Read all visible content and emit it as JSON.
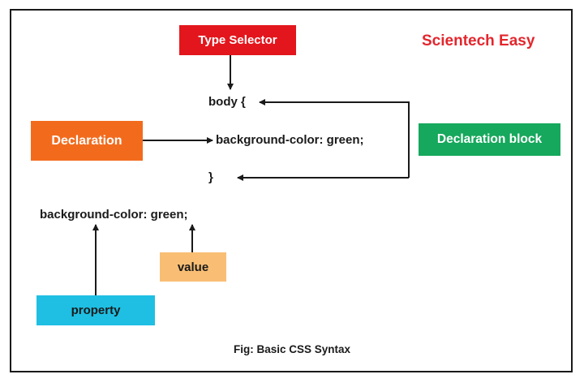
{
  "diagram": {
    "labels": {
      "type_selector": "Type Selector",
      "brand": "Scientech Easy",
      "declaration": "Declaration",
      "declaration_block": "Declaration block",
      "value": "value",
      "property": "property"
    },
    "code": {
      "open": "body {",
      "declaration_line": "background-color: green;",
      "close": "}",
      "example_line": "background-color: green;"
    },
    "caption": "Fig: Basic CSS Syntax"
  },
  "colors": {
    "type_selector": "#e3161d",
    "brand": "#e3262d",
    "declaration": "#f26b1d",
    "declaration_block": "#16a85c",
    "value": "#f9be74",
    "property": "#1ebfe3",
    "arrow": "#1a1a1a"
  }
}
